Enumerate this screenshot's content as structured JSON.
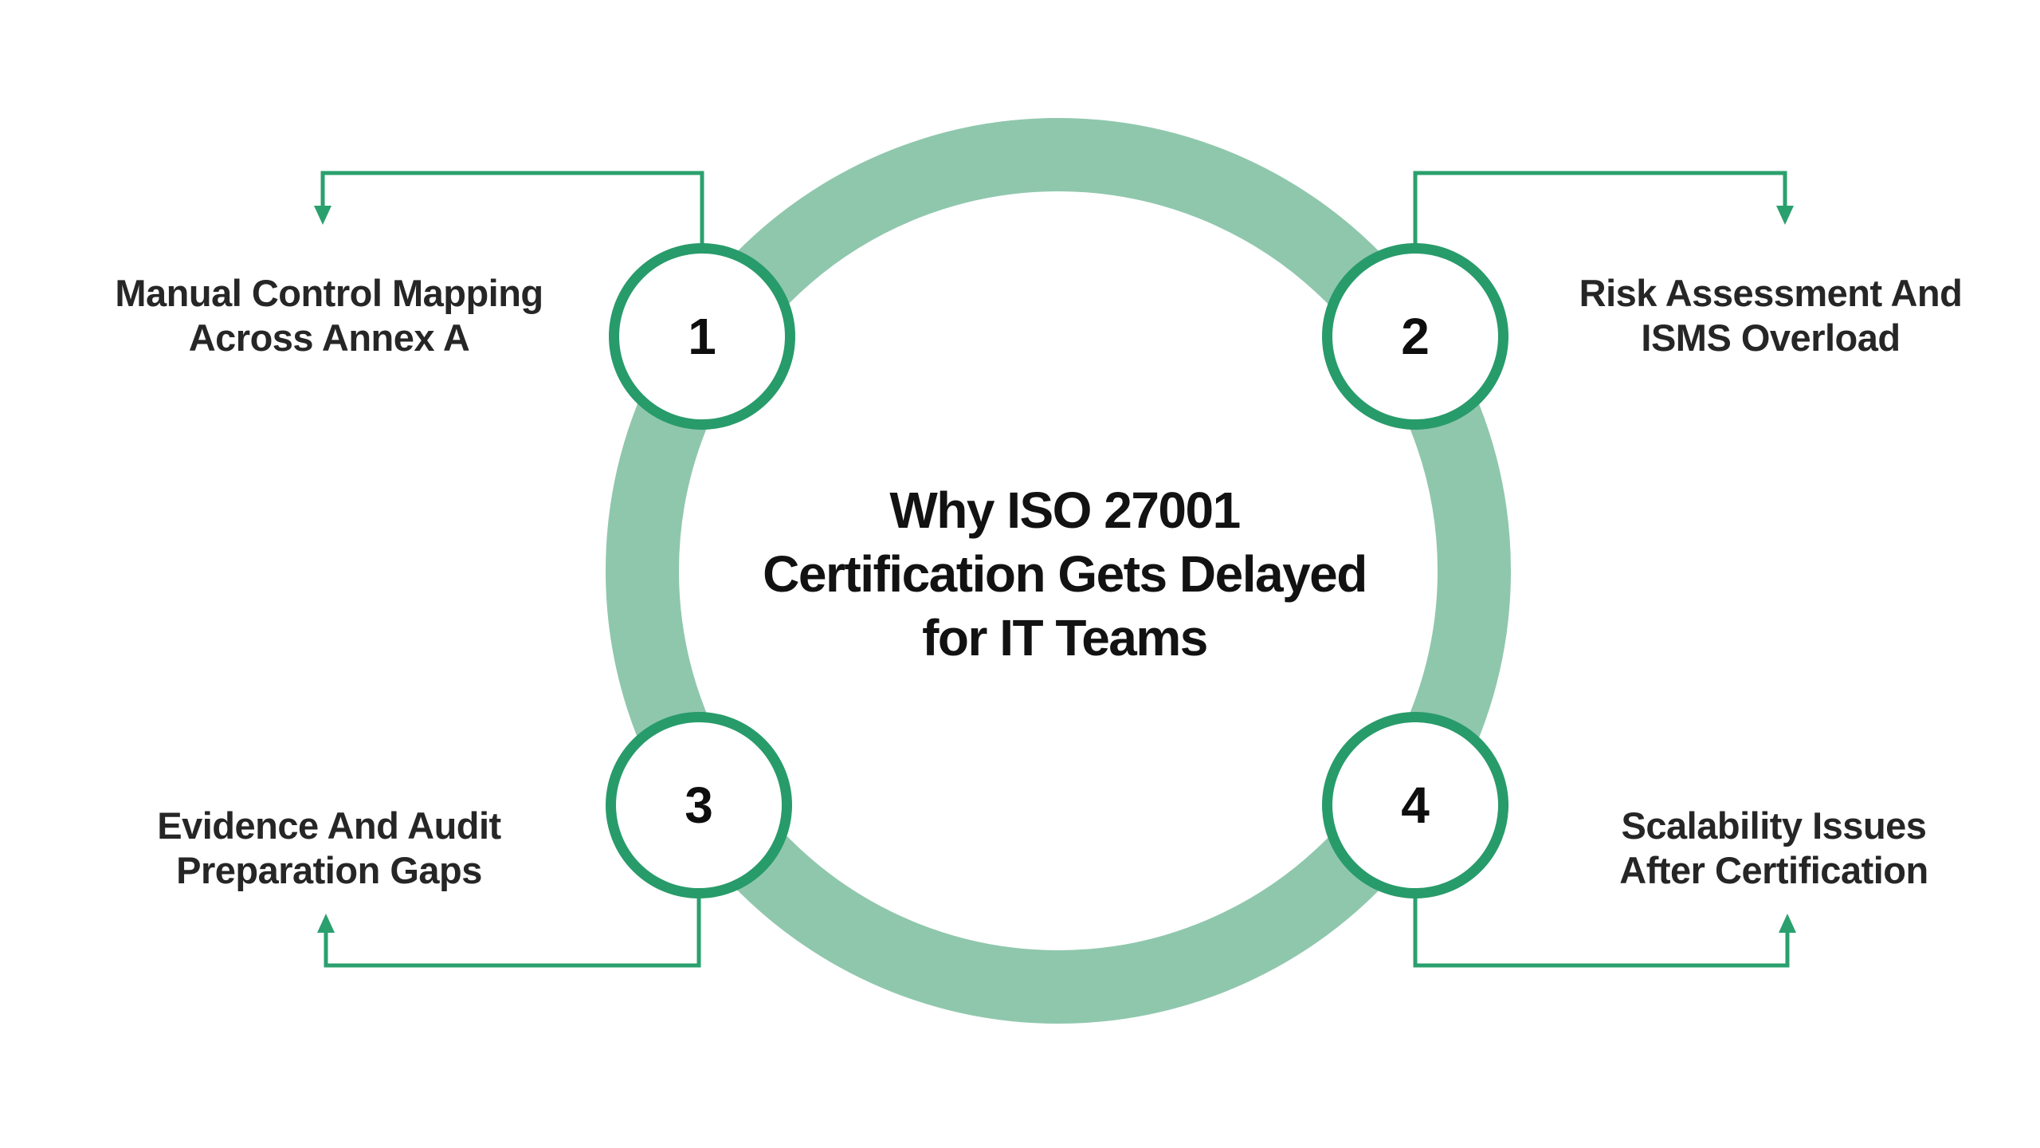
{
  "title": {
    "line1": "Why ISO 27001",
    "line2": "Certification Gets Delayed",
    "line3": "for IT Teams"
  },
  "items": [
    {
      "number": "1",
      "line1": "Manual Control Mapping",
      "line2": "Across Annex A",
      "position": "top-left"
    },
    {
      "number": "2",
      "line1": "Risk Assessment And",
      "line2": "ISMS Overload",
      "position": "top-right"
    },
    {
      "number": "3",
      "line1": "Evidence And Audit",
      "line2": "Preparation Gaps",
      "position": "bottom-left"
    },
    {
      "number": "4",
      "line1": "Scalability Issues",
      "line2": "After Certification",
      "position": "bottom-right"
    }
  ],
  "colors": {
    "background": "#FFFFFF",
    "ring": "#8FC7AD",
    "circle_border": "#289B6A",
    "connector": "#2AA06E",
    "text": "#262626",
    "number": "#0E0E0E",
    "title": "#121212"
  }
}
